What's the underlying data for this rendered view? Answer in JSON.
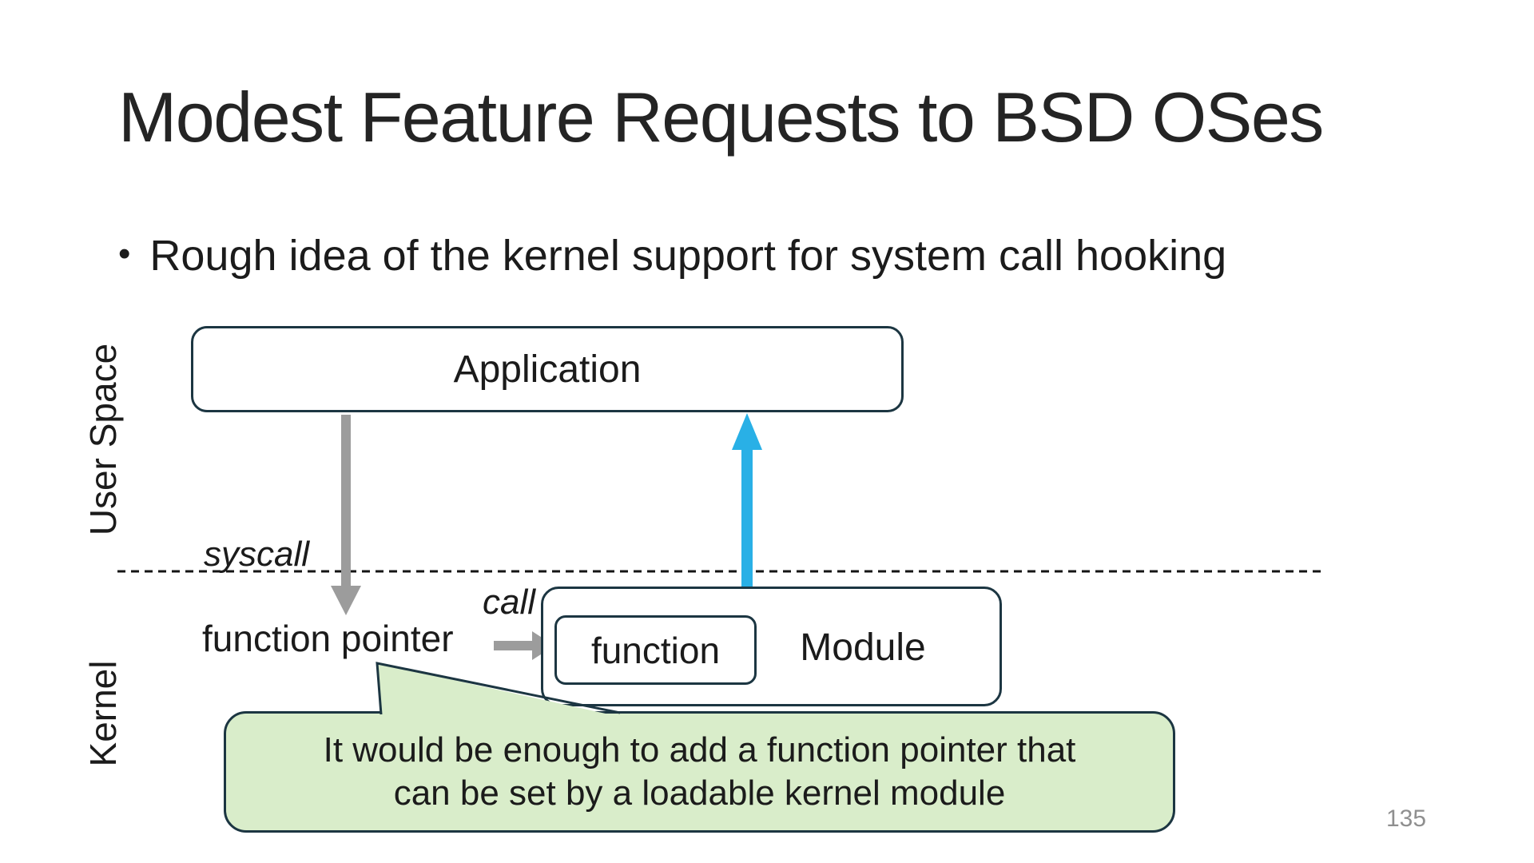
{
  "slide": {
    "title": "Modest Feature Requests to BSD OSes",
    "bullet_marker": "•",
    "bullet_text": "Rough idea of the kernel support for system call hooking",
    "page_number": "135"
  },
  "diagram": {
    "user_space_label": "User Space",
    "kernel_label": "Kernel",
    "application_label": "Application",
    "syscall_label": "syscall",
    "call_label": "call",
    "function_pointer_label": "function pointer",
    "function_label": "function",
    "module_label": "Module",
    "callout": {
      "line1": "It would be enough to add a function pointer that",
      "line2": "can be set by a loadable kernel module"
    },
    "colors": {
      "box_border": "#1c3642",
      "arrow_gray": "#9c9c9c",
      "arrow_blue": "#29b0e6",
      "callout_fill": "#d9edca",
      "divider": "#141414",
      "text": "#1f1f1f",
      "page_number": "#8f8f8f"
    }
  }
}
